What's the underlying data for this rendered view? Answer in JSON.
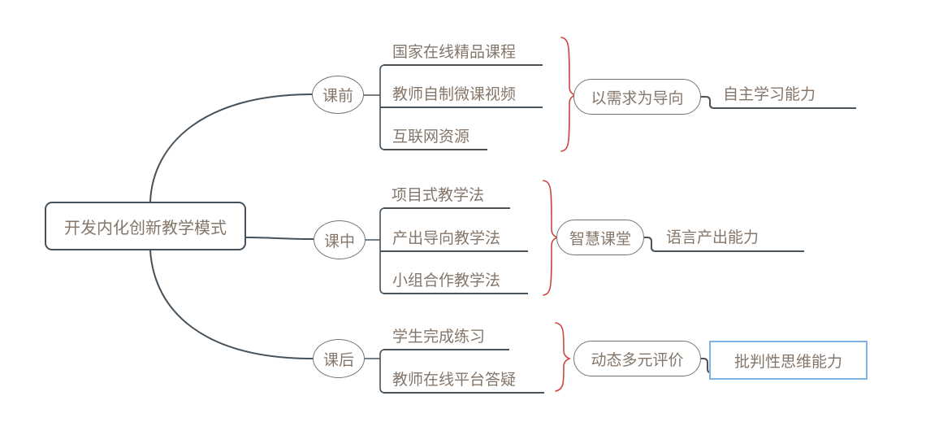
{
  "root": {
    "label": "开发内化创新教学模式"
  },
  "branches": [
    {
      "label": "课前",
      "children": [
        "国家在线精品课程",
        "教师自制微课视频",
        "互联网资源"
      ],
      "summary": {
        "label": "以需求为导向"
      },
      "outcome": {
        "label": "自主学习能力",
        "selected": false
      }
    },
    {
      "label": "课中",
      "children": [
        "项目式教学法",
        "产出导向教学法",
        "小组合作教学法"
      ],
      "summary": {
        "label": "智慧课堂"
      },
      "outcome": {
        "label": "语言产出能力",
        "selected": false
      }
    },
    {
      "label": "课后",
      "children": [
        "学生完成练习",
        "教师在线平台答疑"
      ],
      "summary": {
        "label": "动态多元评价"
      },
      "outcome": {
        "label": "批判性思维能力",
        "selected": true
      }
    }
  ],
  "colors": {
    "line": "#49535b",
    "shape_border": "#6f767b",
    "text": "#85766a",
    "summary_brace": "#cc4740",
    "selection": "#7fb3e8",
    "background": "#ffffff"
  }
}
